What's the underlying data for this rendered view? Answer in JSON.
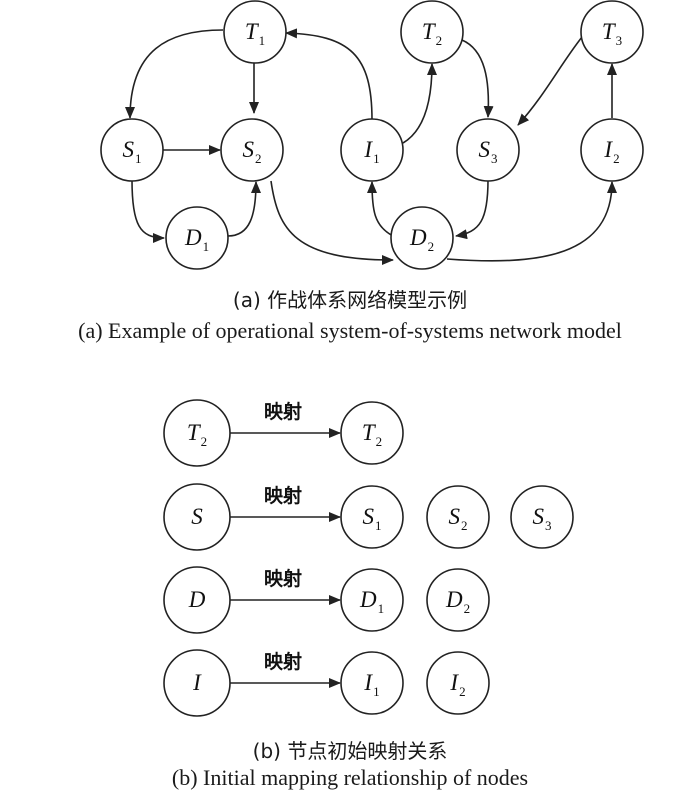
{
  "part_a": {
    "nodes": {
      "T1": {
        "main": "T",
        "sub": "1"
      },
      "T2": {
        "main": "T",
        "sub": "2"
      },
      "T3": {
        "main": "T",
        "sub": "3"
      },
      "S1": {
        "main": "S",
        "sub": "1"
      },
      "S2": {
        "main": "S",
        "sub": "2"
      },
      "S3": {
        "main": "S",
        "sub": "3"
      },
      "I1": {
        "main": "I",
        "sub": "1"
      },
      "I2": {
        "main": "I",
        "sub": "2"
      },
      "D1": {
        "main": "D",
        "sub": "1"
      },
      "D2": {
        "main": "D",
        "sub": "2"
      }
    },
    "edges": [
      [
        "T1",
        "S1"
      ],
      [
        "T1",
        "S2"
      ],
      [
        "S1",
        "S2"
      ],
      [
        "S1",
        "D1"
      ],
      [
        "D1",
        "S2"
      ],
      [
        "S2",
        "D2"
      ],
      [
        "I1",
        "T1"
      ],
      [
        "I1",
        "T2"
      ],
      [
        "T2",
        "S3"
      ],
      [
        "T3",
        "S3"
      ],
      [
        "S3",
        "D2"
      ],
      [
        "D2",
        "I1"
      ],
      [
        "D2",
        "I2"
      ],
      [
        "I2",
        "T3"
      ]
    ],
    "caption_cn": "(a) 作战体系网络模型示例",
    "caption_en": "(a) Example of operational system-of-systems network model"
  },
  "part_b": {
    "mapping_label": "映射",
    "rows": [
      {
        "source": {
          "main": "T",
          "sub": "2"
        },
        "targets": [
          {
            "main": "T",
            "sub": "2"
          }
        ]
      },
      {
        "source": {
          "main": "S",
          "sub": ""
        },
        "targets": [
          {
            "main": "S",
            "sub": "1"
          },
          {
            "main": "S",
            "sub": "2"
          },
          {
            "main": "S",
            "sub": "3"
          }
        ]
      },
      {
        "source": {
          "main": "D",
          "sub": ""
        },
        "targets": [
          {
            "main": "D",
            "sub": "1"
          },
          {
            "main": "D",
            "sub": "2"
          }
        ]
      },
      {
        "source": {
          "main": "I",
          "sub": ""
        },
        "targets": [
          {
            "main": "I",
            "sub": "1"
          },
          {
            "main": "I",
            "sub": "2"
          }
        ]
      }
    ],
    "caption_cn": "(b) 节点初始映射关系",
    "caption_en": "(b) Initial mapping relationship of nodes"
  }
}
